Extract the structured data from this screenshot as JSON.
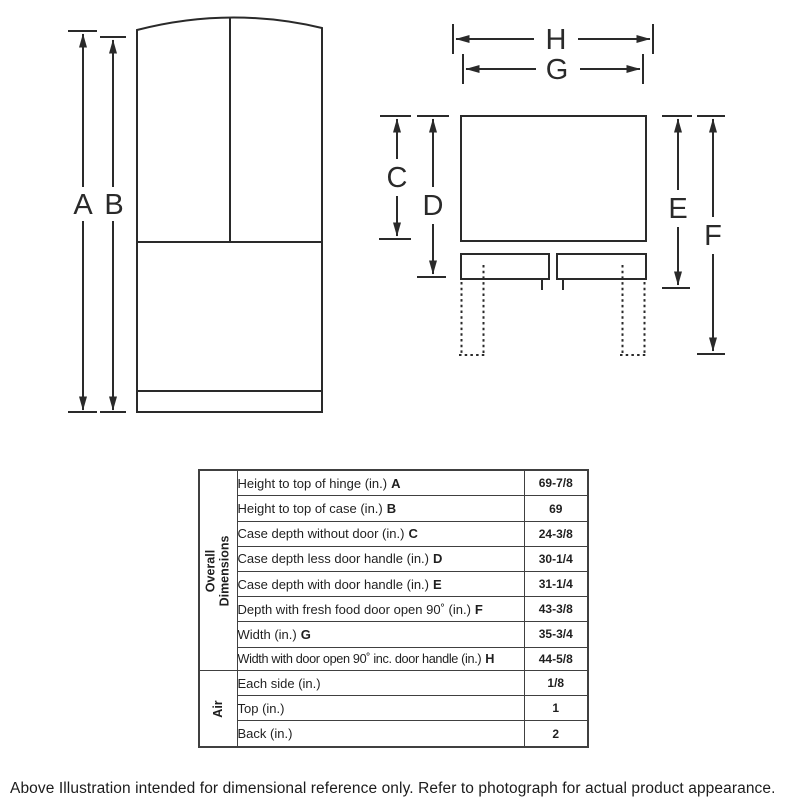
{
  "dims": {
    "a": "A",
    "b": "B",
    "c": "C",
    "d": "D",
    "e": "E",
    "f": "F",
    "g": "G",
    "h": "H"
  },
  "table": {
    "groups": [
      {
        "label_lines": [
          "Overall",
          "Dimensions"
        ],
        "rows": [
          {
            "label": "Height to top of hinge (in.)",
            "letter": "A",
            "value": "69-7/8"
          },
          {
            "label": "Height to top of case (in.)",
            "letter": "B",
            "value": "69"
          },
          {
            "label": "Case depth without door (in.)",
            "letter": "C",
            "value": "24-3/8"
          },
          {
            "label": "Case depth less door handle (in.)",
            "letter": "D",
            "value": "30-1/4"
          },
          {
            "label": "Case depth with door handle (in.)",
            "letter": "E",
            "value": "31-1/4"
          },
          {
            "label": "Depth with fresh food door open 90˚ (in.)",
            "letter": "F",
            "value": "43-3/8"
          },
          {
            "label": "Width (in.)",
            "letter": "G",
            "value": "35-3/4"
          },
          {
            "label": "Width with door open 90˚ inc. door handle (in.)",
            "letter": "H",
            "value": "44-5/8"
          }
        ]
      },
      {
        "label_lines": [
          "Air"
        ],
        "rows": [
          {
            "label": "Each side (in.)",
            "letter": "",
            "value": "1/8"
          },
          {
            "label": "Top (in.)",
            "letter": "",
            "value": "1"
          },
          {
            "label": "Back (in.)",
            "letter": "",
            "value": "2"
          }
        ]
      }
    ]
  },
  "footer": {
    "note": "Above Illustration intended for dimensional reference only. Refer to photograph for actual product appearance."
  }
}
